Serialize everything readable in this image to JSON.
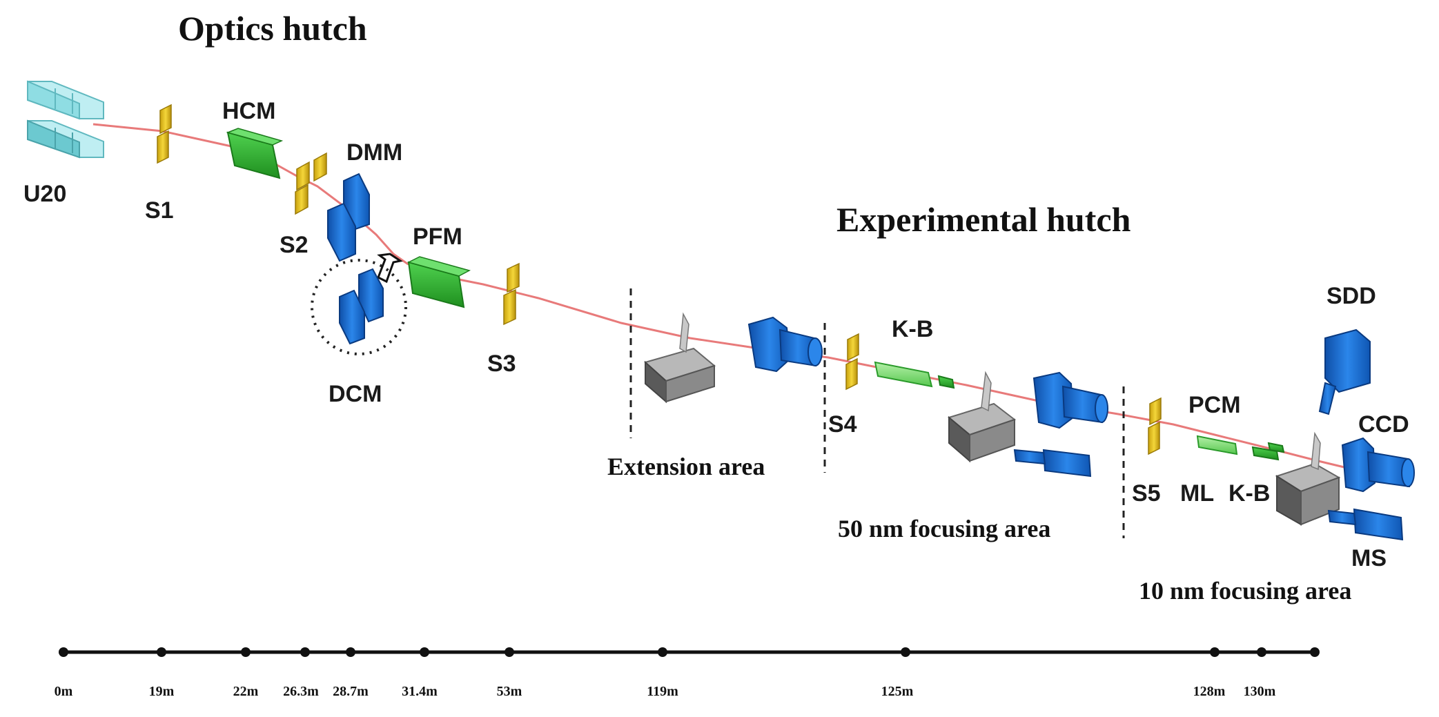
{
  "titles": {
    "optics_hutch": "Optics hutch",
    "experimental_hutch": "Experimental hutch"
  },
  "components": {
    "u20": "U20",
    "s1": "S1",
    "hcm": "HCM",
    "s2": "S2",
    "dmm": "DMM",
    "dcm": "DCM",
    "pfm": "PFM",
    "s3": "S3",
    "s4": "S4",
    "kb1": "K-B",
    "s5": "S5",
    "pcm": "PCM",
    "ml": "ML",
    "kb2": "K-B",
    "sdd": "SDD",
    "ccd": "CCD",
    "ms": "MS"
  },
  "areas": {
    "extension": "Extension area",
    "focus50": "50 nm focusing area",
    "focus10": "10 nm focusing area"
  },
  "ruler": {
    "ticks": [
      "0m",
      "19m",
      "22m",
      "26.3m",
      "28.7m",
      "31.4m",
      "53m",
      "119m",
      "125m",
      "128m",
      "130m"
    ]
  },
  "colors": {
    "beam": "#e87a7a",
    "slit": "#e6c21a",
    "mirror_green": "#2eae2e",
    "mono_blue": "#1c6fd6",
    "chamber_gray": "#8a8a8a",
    "undulator": "#7fd6dd"
  }
}
